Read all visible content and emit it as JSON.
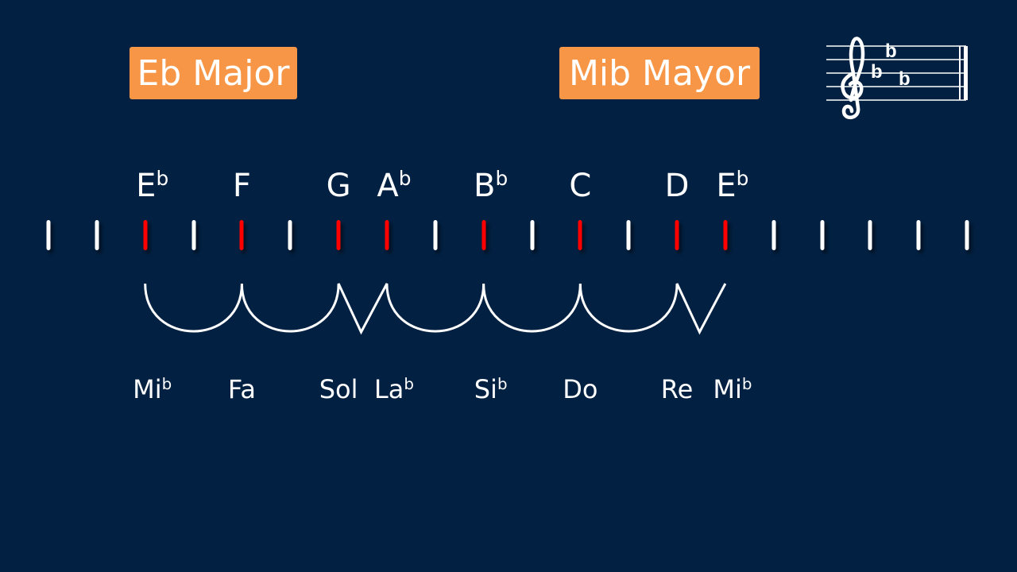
{
  "colors": {
    "background": "#022041",
    "label_box": "#f79646",
    "scale_tick": "#ff0000",
    "other_tick": "#ffffff"
  },
  "titles": {
    "english": "Eb Major",
    "spanish": "Mib Mayor"
  },
  "key_signature": {
    "clef": "treble-clef",
    "flat_symbol": "b",
    "flats": 3
  },
  "note_names": [
    {
      "base": "E",
      "acc": "b"
    },
    {
      "base": "F",
      "acc": ""
    },
    {
      "base": "G",
      "acc": ""
    },
    {
      "base": "A",
      "acc": "b"
    },
    {
      "base": "B",
      "acc": "b"
    },
    {
      "base": "C",
      "acc": ""
    },
    {
      "base": "D",
      "acc": ""
    },
    {
      "base": "E",
      "acc": "b"
    }
  ],
  "solfege_names": [
    {
      "base": "Mi",
      "acc": "b"
    },
    {
      "base": "Fa",
      "acc": ""
    },
    {
      "base": "Sol",
      "acc": ""
    },
    {
      "base": "La",
      "acc": "b"
    },
    {
      "base": "Si",
      "acc": "b"
    },
    {
      "base": "Do",
      "acc": ""
    },
    {
      "base": "Re",
      "acc": ""
    },
    {
      "base": "Mi",
      "acc": "b"
    }
  ],
  "semitone_line": {
    "total_ticks": 20,
    "scale_tick_indices": [
      2,
      4,
      6,
      7,
      9,
      11,
      13,
      14
    ]
  },
  "steps": [
    "whole",
    "whole",
    "half",
    "whole",
    "whole",
    "whole",
    "half"
  ]
}
